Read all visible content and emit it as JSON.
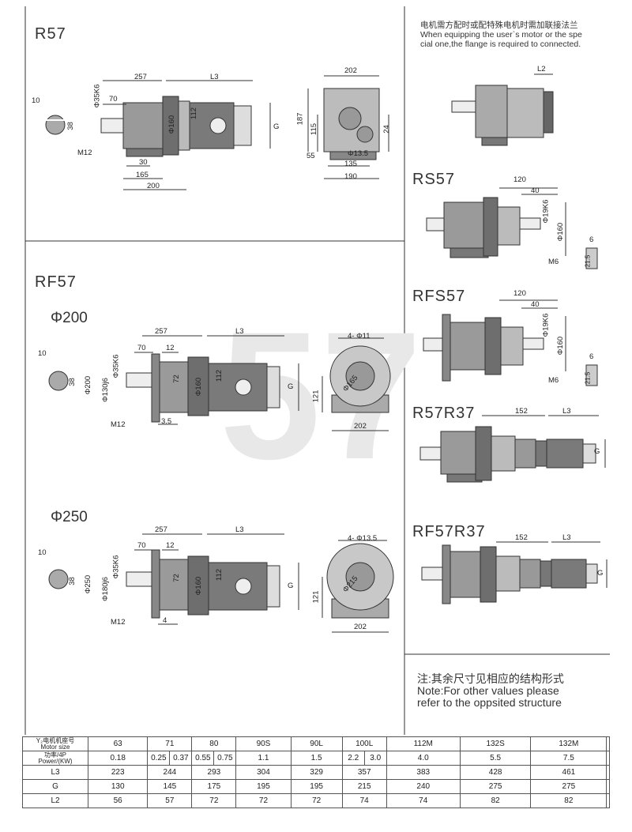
{
  "sections": {
    "r57": {
      "title": "R57"
    },
    "rf57": {
      "title": "RF57",
      "variant_a": "Φ200",
      "variant_b": "Φ250"
    },
    "rs57": {
      "title": "RS57"
    },
    "rfs57": {
      "title": "RFS57"
    },
    "r57r37": {
      "title": "R57R37"
    },
    "rf57r37": {
      "title": "RF57R37"
    }
  },
  "flange_note": {
    "cn": "电机需方配时或配特殊电机时需加联接法兰",
    "en1": "When equipping the user`s motor or the spe",
    "en2": "cial one,the flange is required to connected."
  },
  "bottom_note": {
    "cn": "注:其余尺寸见相应的结构形式",
    "en1": "Note:For other values please",
    "en2": "refer to the oppsited structure"
  },
  "watermark": "57",
  "dims": {
    "r57": {
      "d10": "10",
      "d257": "257",
      "l3": "L3",
      "d70": "70",
      "shaft": "Φ35K6",
      "d38": "38",
      "m12": "M12",
      "d160": "Φ160",
      "d112": "112",
      "g": "G",
      "d30": "30",
      "d165": "165",
      "d200": "200",
      "d202": "202",
      "d187": "187",
      "d115": "115",
      "d24": "24",
      "d55": "55",
      "hole": "Φ13.5",
      "d135": "135",
      "d190": "190"
    },
    "rf200": {
      "d10": "10",
      "d257": "257",
      "l3": "L3",
      "d70": "70",
      "d12": "12",
      "shaft": "Φ35K6",
      "d38": "38",
      "fl": "Φ200",
      "pilot": "Φ130j6",
      "d72": "72",
      "d160": "Φ160",
      "d112": "112",
      "g": "G",
      "m12": "M12",
      "d35": "3.5",
      "holes": "4- Φ11",
      "pcd": "Φ165",
      "d121": "121",
      "d202": "202"
    },
    "rf250": {
      "d10": "10",
      "d257": "257",
      "l3": "L3",
      "d70": "70",
      "d12": "12",
      "shaft": "Φ35K6",
      "d38": "38",
      "fl": "Φ250",
      "pilot": "Φ180j6",
      "d72": "72",
      "d160": "Φ160",
      "d112": "112",
      "g": "G",
      "m12": "M12",
      "d4": "4",
      "holes": "4- Φ13.5",
      "pcd": "Φ215",
      "d121": "121",
      "d202": "202"
    },
    "flange": {
      "l2": "L2"
    },
    "rs57": {
      "d120": "120",
      "d40": "40",
      "shaft": "Φ19K6",
      "d160": "Φ160",
      "m6": "M6",
      "d6": "6",
      "d215": "21.5"
    },
    "rfs57": {
      "d120": "120",
      "d40": "40",
      "shaft": "Φ19K6",
      "d160": "Φ160",
      "m6": "M6",
      "d6": "6",
      "d215": "21.5"
    },
    "r57r37": {
      "d152": "152",
      "l3": "L3",
      "g": "G"
    },
    "rf57r37": {
      "d152": "152",
      "l3": "L3",
      "g": "G"
    }
  },
  "spec_table": {
    "row_motor": {
      "label_cn": "Y₂电机机座号",
      "label_en": "Motor size",
      "values": [
        "63",
        "71",
        "80",
        "90S",
        "90L",
        "100L",
        "112M",
        "132S",
        "132M"
      ]
    },
    "row_power": {
      "label_cn": "功率/4P",
      "label_en": "Power/(KW)",
      "values": [
        "0.18",
        "0.25",
        "0.37",
        "0.55",
        "0.75",
        "1.1",
        "1.5",
        "2.2",
        "3.0",
        "4.0",
        "5.5",
        "7.5"
      ]
    },
    "row_l3": {
      "label": "L3",
      "values": [
        "223",
        "244",
        "293",
        "304",
        "329",
        "357",
        "383",
        "428",
        "461"
      ]
    },
    "row_g": {
      "label": "G",
      "values": [
        "130",
        "145",
        "175",
        "195",
        "195",
        "215",
        "240",
        "275",
        "275"
      ]
    },
    "row_l2": {
      "label": "L2",
      "values": [
        "56",
        "57",
        "72",
        "72",
        "72",
        "74",
        "74",
        "82",
        "82"
      ]
    }
  },
  "colors": {
    "line": "#333333",
    "body": "#8a8a8a",
    "dark": "#444444",
    "light": "#d8d8d8"
  }
}
